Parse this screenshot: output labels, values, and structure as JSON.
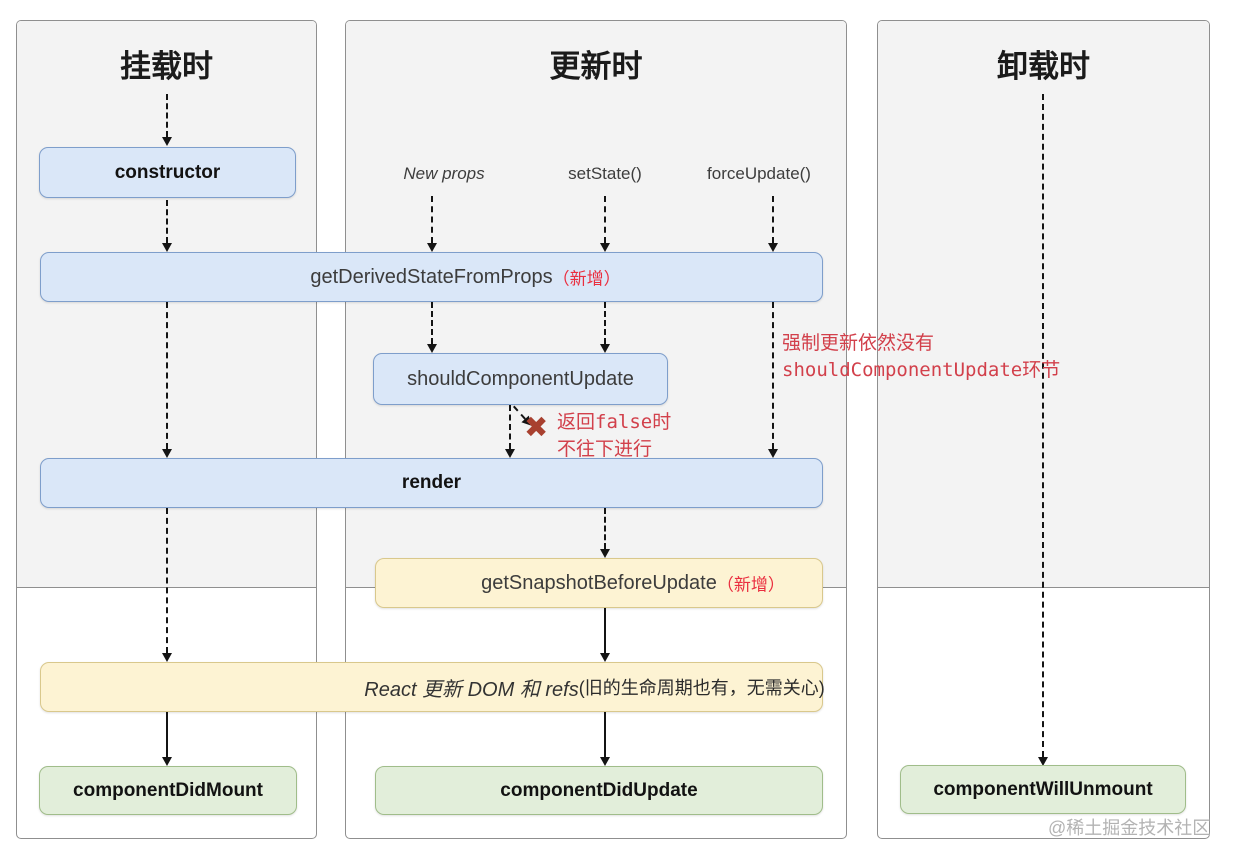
{
  "diagram": {
    "columns": [
      {
        "title": "挂载时"
      },
      {
        "title": "更新时"
      },
      {
        "title": "卸载时"
      }
    ],
    "triggers": {
      "new_props": "New props",
      "set_state": "setState()",
      "force_update": "forceUpdate()"
    },
    "boxes": {
      "ctor": "constructor",
      "gdsfp": "getDerivedStateFromProps",
      "gdsfp_suffix": "（新增）",
      "scu": "shouldComponentUpdate",
      "render": "render",
      "gsbu": "getSnapshotBeforeUpdate",
      "gsbu_suffix": "（新增）",
      "react_update": "React 更新 DOM 和 refs",
      "react_update_suffix": "(旧的生命周期也有，无需关心)",
      "cdm": "componentDidMount",
      "cdu": "componentDidUpdate",
      "cwu": "componentWillUnmount"
    },
    "annotations": {
      "force_note": {
        "line1": "强制更新依然没有",
        "code": "shouldComponentUpdate",
        "post": "环节"
      },
      "false_note": {
        "pre": "返回",
        "code": "false",
        "post": "时",
        "line2": "不往下进行"
      },
      "x_mark": "✖"
    },
    "watermark": "@稀土掘金技术社区",
    "colors": {
      "blue_fill": "#dae7f8",
      "blue_border": "#7e9ecb",
      "yellow_fill": "#fdf3d3",
      "yellow_border": "#d9c88c",
      "green_fill": "#e2eeda",
      "green_border": "#a0bd8a",
      "new_red": "#ea2e3f",
      "note_red": "#d2404b",
      "x_red": "#a8402f",
      "panel_fill": "#f3f3f3",
      "panel_border": "#8f8f8f"
    }
  }
}
